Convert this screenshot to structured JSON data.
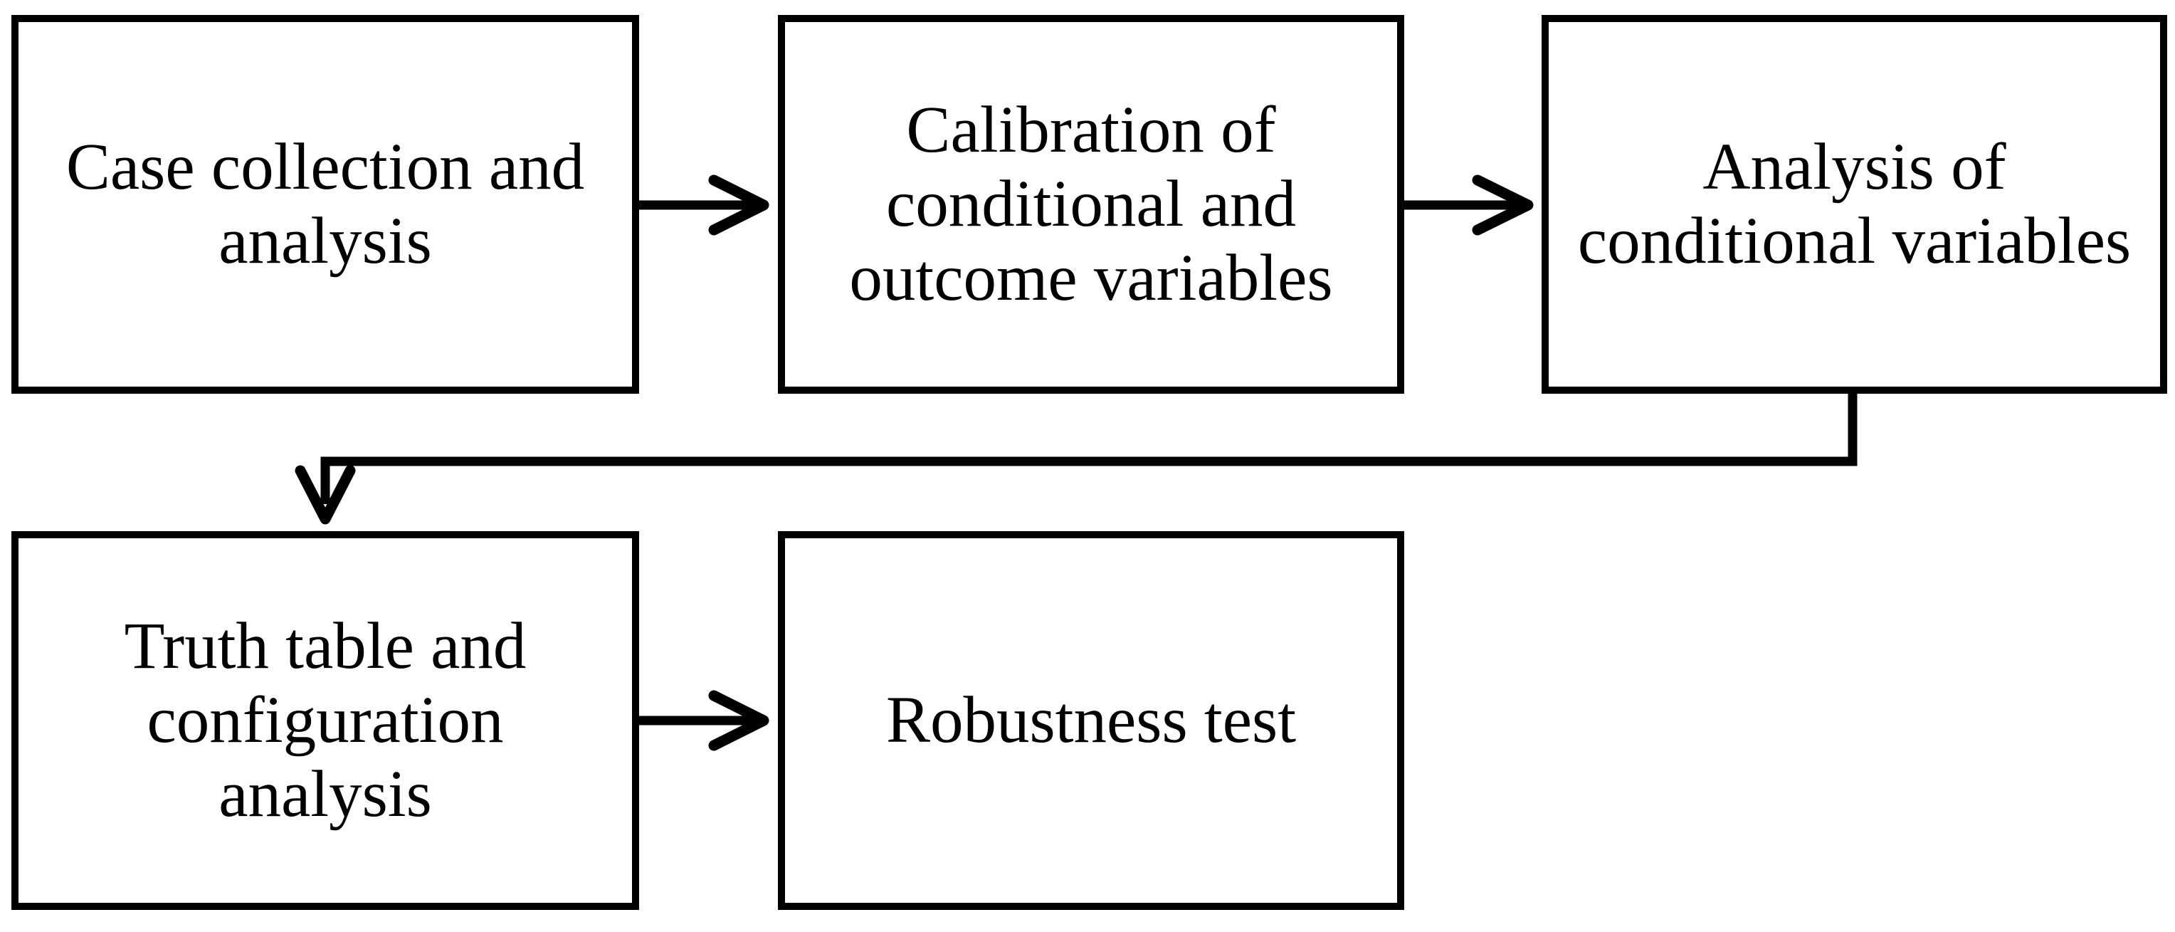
{
  "diagram": {
    "type": "flowchart",
    "background_color": "#ffffff",
    "line_color": "#000000",
    "box_fill": "#ffffff",
    "box_border_color": "#000000",
    "boxes": [
      {
        "id": "case-collection",
        "lines": [
          "Case collection and",
          "analysis"
        ]
      },
      {
        "id": "calibration",
        "lines": [
          "Calibration of",
          "conditional and",
          "outcome variables"
        ]
      },
      {
        "id": "analysis-conditional",
        "lines": [
          "Analysis of",
          "conditional variables"
        ]
      },
      {
        "id": "truth-table",
        "lines": [
          "Truth table and",
          "configuration",
          "analysis"
        ]
      },
      {
        "id": "robustness",
        "lines": [
          "Robustness test"
        ]
      }
    ],
    "connectors": [
      {
        "from": "case-collection",
        "to": "calibration",
        "style": "straight-right"
      },
      {
        "from": "calibration",
        "to": "analysis-conditional",
        "style": "straight-right"
      },
      {
        "from": "analysis-conditional",
        "to": "truth-table",
        "style": "elbow-down-left-down"
      },
      {
        "from": "truth-table",
        "to": "robustness",
        "style": "straight-right"
      }
    ]
  }
}
